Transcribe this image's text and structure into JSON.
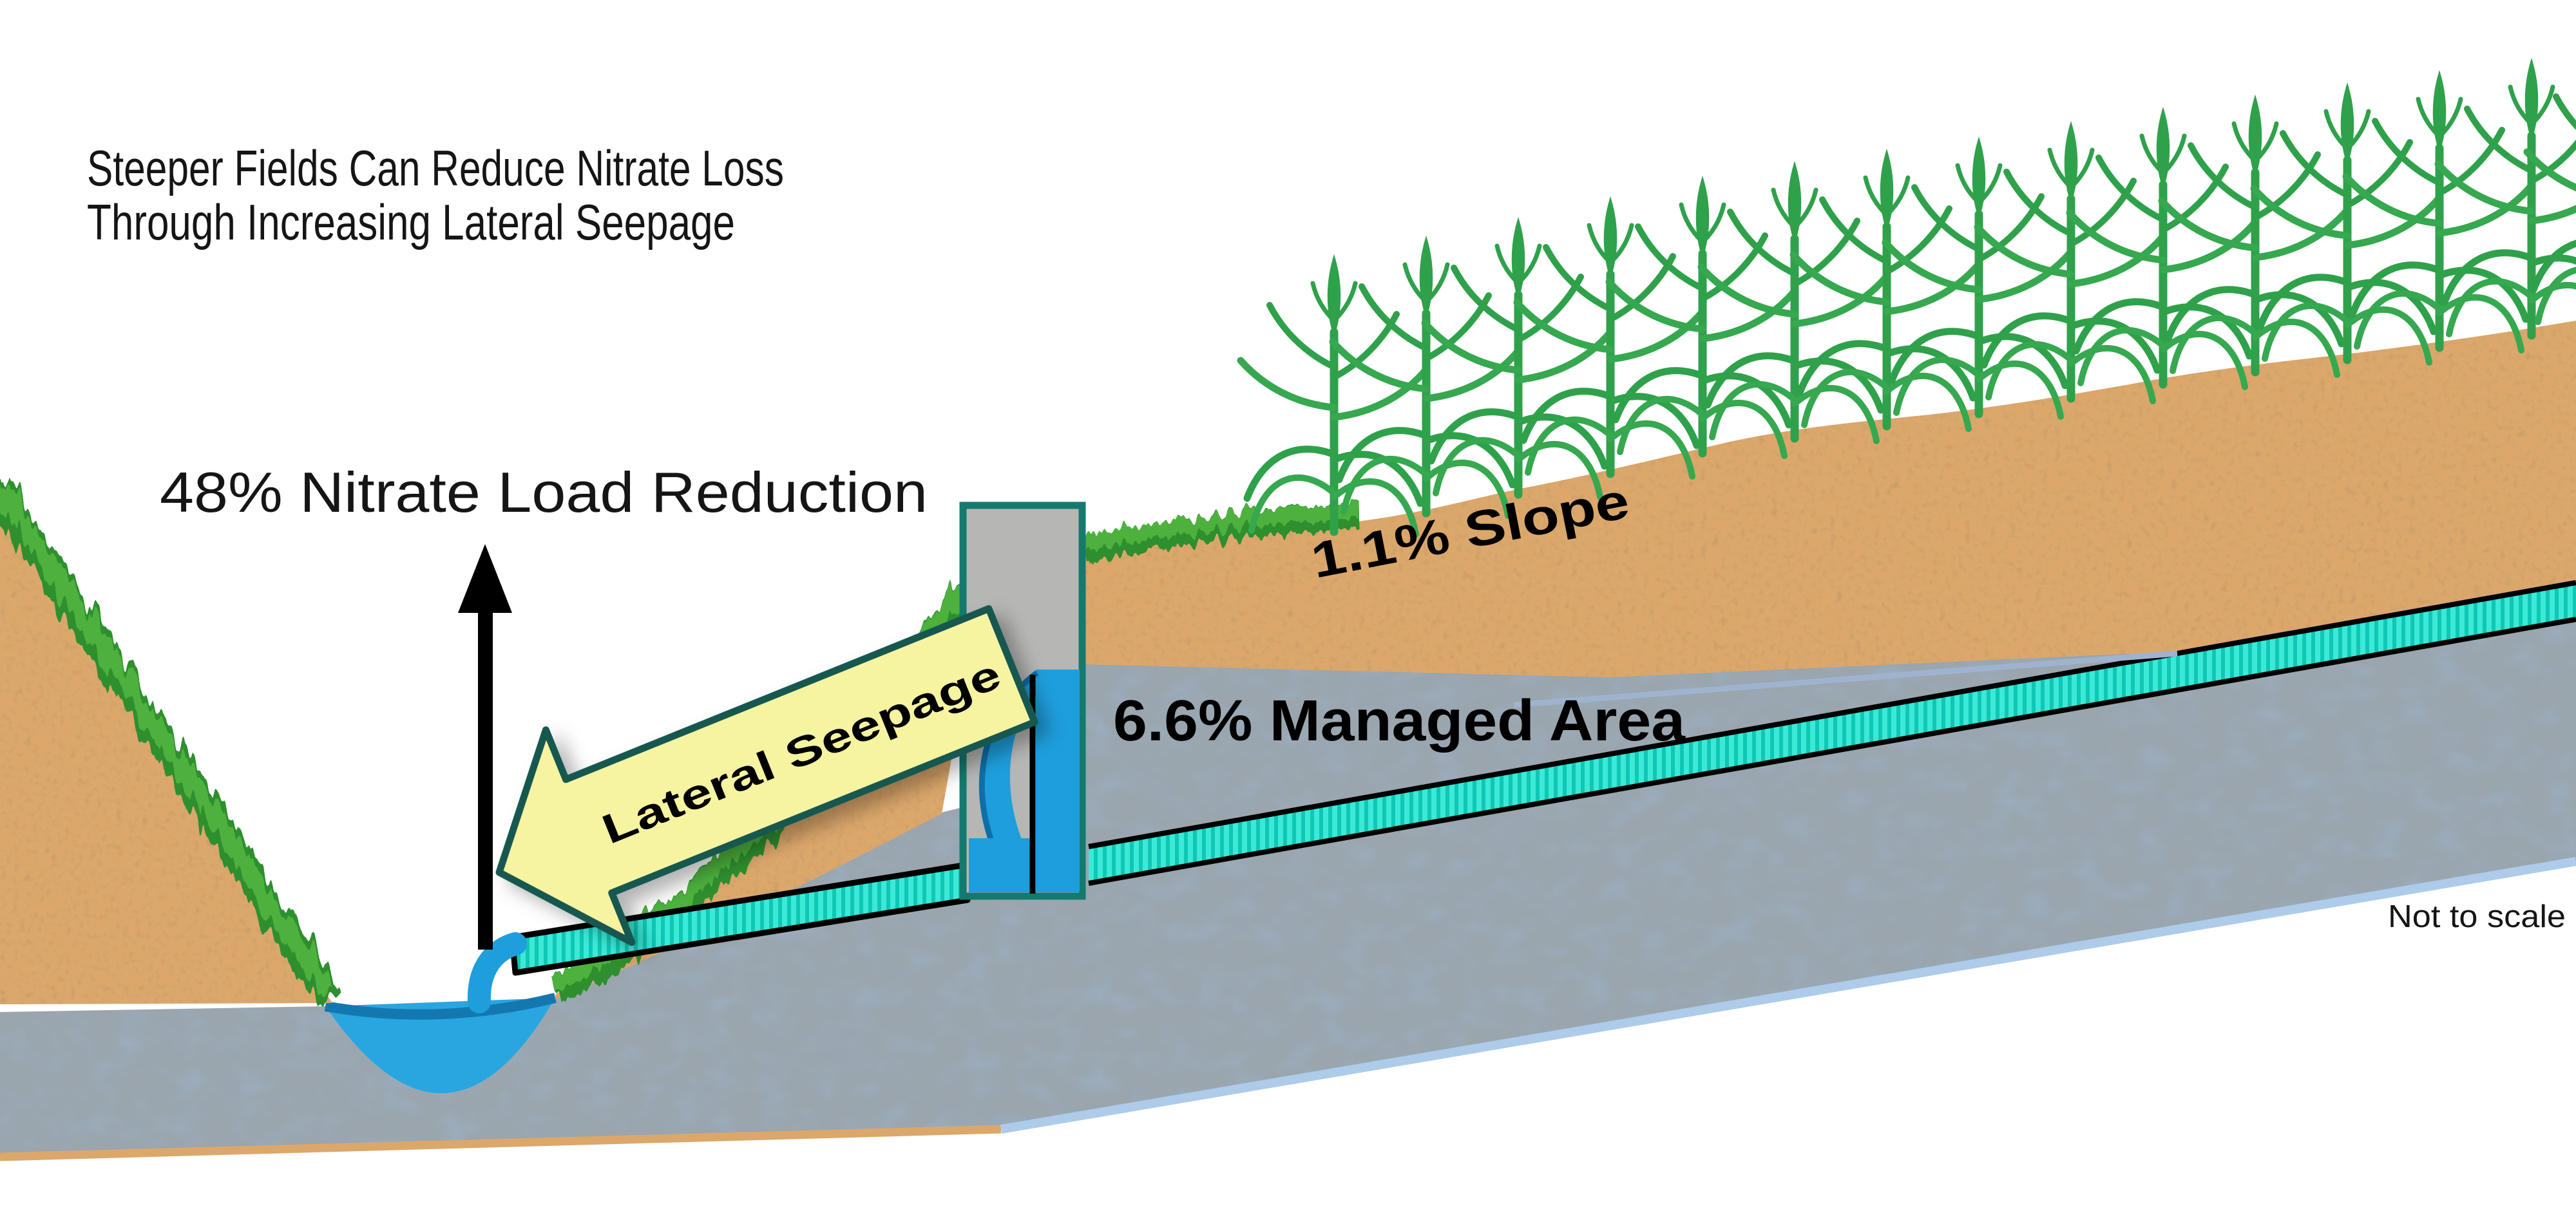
{
  "title": {
    "line1": "Steeper Fields Can Reduce Nitrate Loss",
    "line2": "Through Increasing Lateral Seepage"
  },
  "annotations": {
    "nitrate_load_reduction": "48% Nitrate Load Reduction",
    "lateral_seepage": "Lateral Seepage",
    "field_slope": "1.1% Slope",
    "managed_area": "6.6% Managed Area",
    "scale_note": "Not to scale"
  },
  "scene": {
    "corn_plant_count": 15,
    "icons": [
      "corn-plant-icon",
      "grass-fringe-icon",
      "tile-drain-pipe-icon",
      "control-structure-icon",
      "up-arrow-icon",
      "lateral-seepage-block-arrow-icon",
      "stream-water-icon"
    ]
  },
  "colors": {
    "sky": "#ffffff",
    "soil_brown": "#DCA76B",
    "soil_speckle": "#6E4F28",
    "saturated_gray": "#9AA5AD",
    "saturated_speckle": "#5C7693",
    "pipe_cyan": "#3CE9D7",
    "pipe_stripe": "#0EC7B5",
    "pipe_outline": "#000000",
    "structure_gray": "#B6B6B5",
    "structure_border": "#147A6D",
    "water_blue": "#1E9EDC",
    "water_blue_dark": "#0E6FA8",
    "ditch_water": "#29A6DF",
    "ditch_water_edge": "#1478B0",
    "arrow_yellow": "#F6F3A1",
    "arrow_border": "#14594F",
    "grass_dark": "#2F8F2F",
    "grass_light": "#4DB23E",
    "corn_green": "#2FA14B",
    "edge_light_blue": "#AECBEA",
    "text_black": "#151515"
  }
}
